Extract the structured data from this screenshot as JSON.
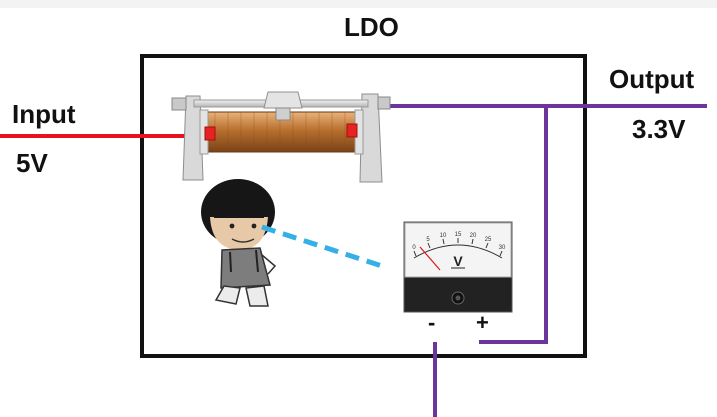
{
  "title": "LDO",
  "input": {
    "label": "Input",
    "voltage": "5V"
  },
  "output": {
    "label": "Output",
    "voltage": "3.3V"
  },
  "voltmeter": {
    "unit": "V",
    "minus": "-",
    "plus": "+",
    "scale": [
      "0",
      "5",
      "10",
      "15",
      "20",
      "25",
      "30"
    ]
  },
  "colors": {
    "input_wire": "#e8131c",
    "output_wire": "#6c359b",
    "sense_line": "#34b0e6",
    "box": "#111111"
  }
}
